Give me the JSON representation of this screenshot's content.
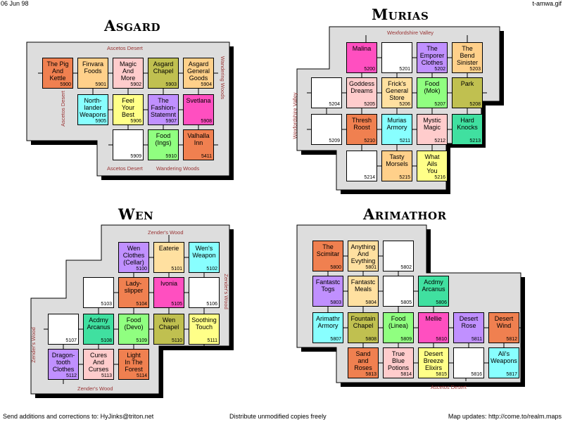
{
  "header": {
    "date": "06 Jun 98",
    "file": "t-amwa.gif"
  },
  "footer": {
    "left": "Send additions and corrections to: HyJinks@triton.net",
    "center": "Distribute unmodified copies freely",
    "right": "Map updates: http://come.to/realm.maps"
  },
  "colors": {
    "salmon": "#f08050",
    "orange": "#ffd08a",
    "pink": "#ffcccc",
    "olive": "#c0c050",
    "magenta": "#ff4fc0",
    "cyan": "#88ffff",
    "yellow": "#ffff88",
    "lavender": "#c090ff",
    "green": "#90ff80",
    "white": "#ffffff",
    "teal": "#40e0a0",
    "peach": "#ffe0a0",
    "border_bg": "#dddddd"
  },
  "maps": [
    {
      "name": "Asgard",
      "labels": [
        "Ascetos Desert",
        "Wandering Woods",
        "Ascetos Desert",
        "Ascetos Desert",
        "Wandering Woods"
      ],
      "rooms": [
        {
          "name": "The Pig\nAnd\nKettle",
          "num": "5900",
          "color": "salmon"
        },
        {
          "name": "Finvara\nFoods",
          "num": "5901",
          "color": "orange"
        },
        {
          "name": "Magic\nAnd\nMore",
          "num": "5902",
          "color": "pink"
        },
        {
          "name": "Asgard\nChapel",
          "num": "5903",
          "color": "olive"
        },
        {
          "name": "Asgard\nGeneral\nGoods",
          "num": "5904",
          "color": "orange"
        },
        {
          "name": "North-\nlander\nWeapons",
          "num": "5905",
          "color": "cyan"
        },
        {
          "name": "Feel\nYour\nBest",
          "num": "5906",
          "color": "yellow"
        },
        {
          "name": "The\nFashion-\nStatemnt",
          "num": "5907",
          "color": "lavender"
        },
        {
          "name": "Svetlana",
          "num": "5908",
          "color": "magenta"
        },
        {
          "name": "",
          "num": "5909",
          "color": "white"
        },
        {
          "name": "Food\n(Ings)",
          "num": "5910",
          "color": "green"
        },
        {
          "name": "Valhalla\nInn",
          "num": "5411",
          "color": "salmon"
        }
      ]
    },
    {
      "name": "Murias",
      "labels": [
        "Wexfordshire Valley",
        "Wexfordshire Valley"
      ],
      "rooms": [
        {
          "name": "Malina",
          "num": "5200",
          "color": "magenta"
        },
        {
          "name": "",
          "num": "5201",
          "color": "white"
        },
        {
          "name": "The\nEmporer\nClothes",
          "num": "5202",
          "color": "lavender"
        },
        {
          "name": "The\nBend\nSinister",
          "num": "5203",
          "color": "orange"
        },
        {
          "name": "",
          "num": "5204",
          "color": "white"
        },
        {
          "name": "Goddess\nDreams",
          "num": "5205",
          "color": "pink"
        },
        {
          "name": "Frick's\nGeneral\nStore",
          "num": "5206",
          "color": "peach"
        },
        {
          "name": "Food\n(Mok)",
          "num": "5207",
          "color": "green"
        },
        {
          "name": "Park",
          "num": "5208",
          "color": "olive"
        },
        {
          "name": "",
          "num": "5209",
          "color": "white"
        },
        {
          "name": "Thresh\nRoost",
          "num": "5210",
          "color": "salmon"
        },
        {
          "name": "Murias\nArmory",
          "num": "5211",
          "color": "cyan"
        },
        {
          "name": "Mystic\nMagic",
          "num": "5212",
          "color": "pink"
        },
        {
          "name": "Hard\nKnocks",
          "num": "5213",
          "color": "teal"
        },
        {
          "name": "",
          "num": "5214",
          "color": "white"
        },
        {
          "name": "Tasty\nMorsels",
          "num": "5215",
          "color": "orange"
        },
        {
          "name": "What\nAils\nYou",
          "num": "5216",
          "color": "yellow"
        }
      ]
    },
    {
      "name": "Wen",
      "labels": [
        "Zender's Wood",
        "Zender's Wood",
        "Zender's Wood",
        "Zender's Wood"
      ],
      "rooms": [
        {
          "name": "Wen\nClothes\n(Cellar)",
          "num": "5100",
          "color": "lavender"
        },
        {
          "name": "Eaterie",
          "num": "5101",
          "color": "peach"
        },
        {
          "name": "Wen's\nWeapon",
          "num": "5102",
          "color": "cyan"
        },
        {
          "name": "",
          "num": "5103",
          "color": "white"
        },
        {
          "name": "Lady-\nslipper",
          "num": "5104",
          "color": "salmon"
        },
        {
          "name": "Ivonia",
          "num": "5105",
          "color": "magenta"
        },
        {
          "name": "",
          "num": "5106",
          "color": "white"
        },
        {
          "name": "",
          "num": "5107",
          "color": "white"
        },
        {
          "name": "Acdmy\nArcanus",
          "num": "5108",
          "color": "teal"
        },
        {
          "name": "Food\n(Devo)",
          "num": "5109",
          "color": "green"
        },
        {
          "name": "Wen\nChapel",
          "num": "5110",
          "color": "olive"
        },
        {
          "name": "Soothing\nTouch",
          "num": "5111",
          "color": "yellow"
        },
        {
          "name": "Dragon-\ntooth\nClothes",
          "num": "5112",
          "color": "lavender"
        },
        {
          "name": "Cures\nAnd\nCurses",
          "num": "5113",
          "color": "pink"
        },
        {
          "name": "Light\nIn The\nForest",
          "num": "5114",
          "color": "salmon"
        }
      ]
    },
    {
      "name": "Arimathor",
      "labels": [
        "Ascetos Desert"
      ],
      "rooms": [
        {
          "name": "The\nScimitar",
          "num": "5800",
          "color": "salmon"
        },
        {
          "name": "Anything\nAnd\nEvything",
          "num": "5801",
          "color": "peach"
        },
        {
          "name": "",
          "num": "5802",
          "color": "white"
        },
        {
          "name": "Fantastc\nTogs",
          "num": "5803",
          "color": "lavender"
        },
        {
          "name": "Fantastc\nMeals",
          "num": "5804",
          "color": "peach"
        },
        {
          "name": "",
          "num": "5805",
          "color": "white"
        },
        {
          "name": "Acdmy\nArcanus",
          "num": "5806",
          "color": "teal"
        },
        {
          "name": "Arimathr\nArmory",
          "num": "5807",
          "color": "cyan"
        },
        {
          "name": "Fountain\nChapel",
          "num": "5808",
          "color": "olive"
        },
        {
          "name": "Food\n(Linea)",
          "num": "5809",
          "color": "green"
        },
        {
          "name": "Mellie",
          "num": "5810",
          "color": "magenta"
        },
        {
          "name": "Desert\nRose",
          "num": "5811",
          "color": "lavender"
        },
        {
          "name": "Desert\nWind",
          "num": "5812",
          "color": "salmon"
        },
        {
          "name": "Sand\nand\nRoses",
          "num": "5813",
          "color": "salmon"
        },
        {
          "name": "True\nBlue\nPotions",
          "num": "5814",
          "color": "pink"
        },
        {
          "name": "Desert\nBreeze\nElixirs",
          "num": "5815",
          "color": "yellow"
        },
        {
          "name": "",
          "num": "5816",
          "color": "white"
        },
        {
          "name": "Ali's\nWeapons",
          "num": "5817",
          "color": "cyan"
        }
      ]
    }
  ]
}
